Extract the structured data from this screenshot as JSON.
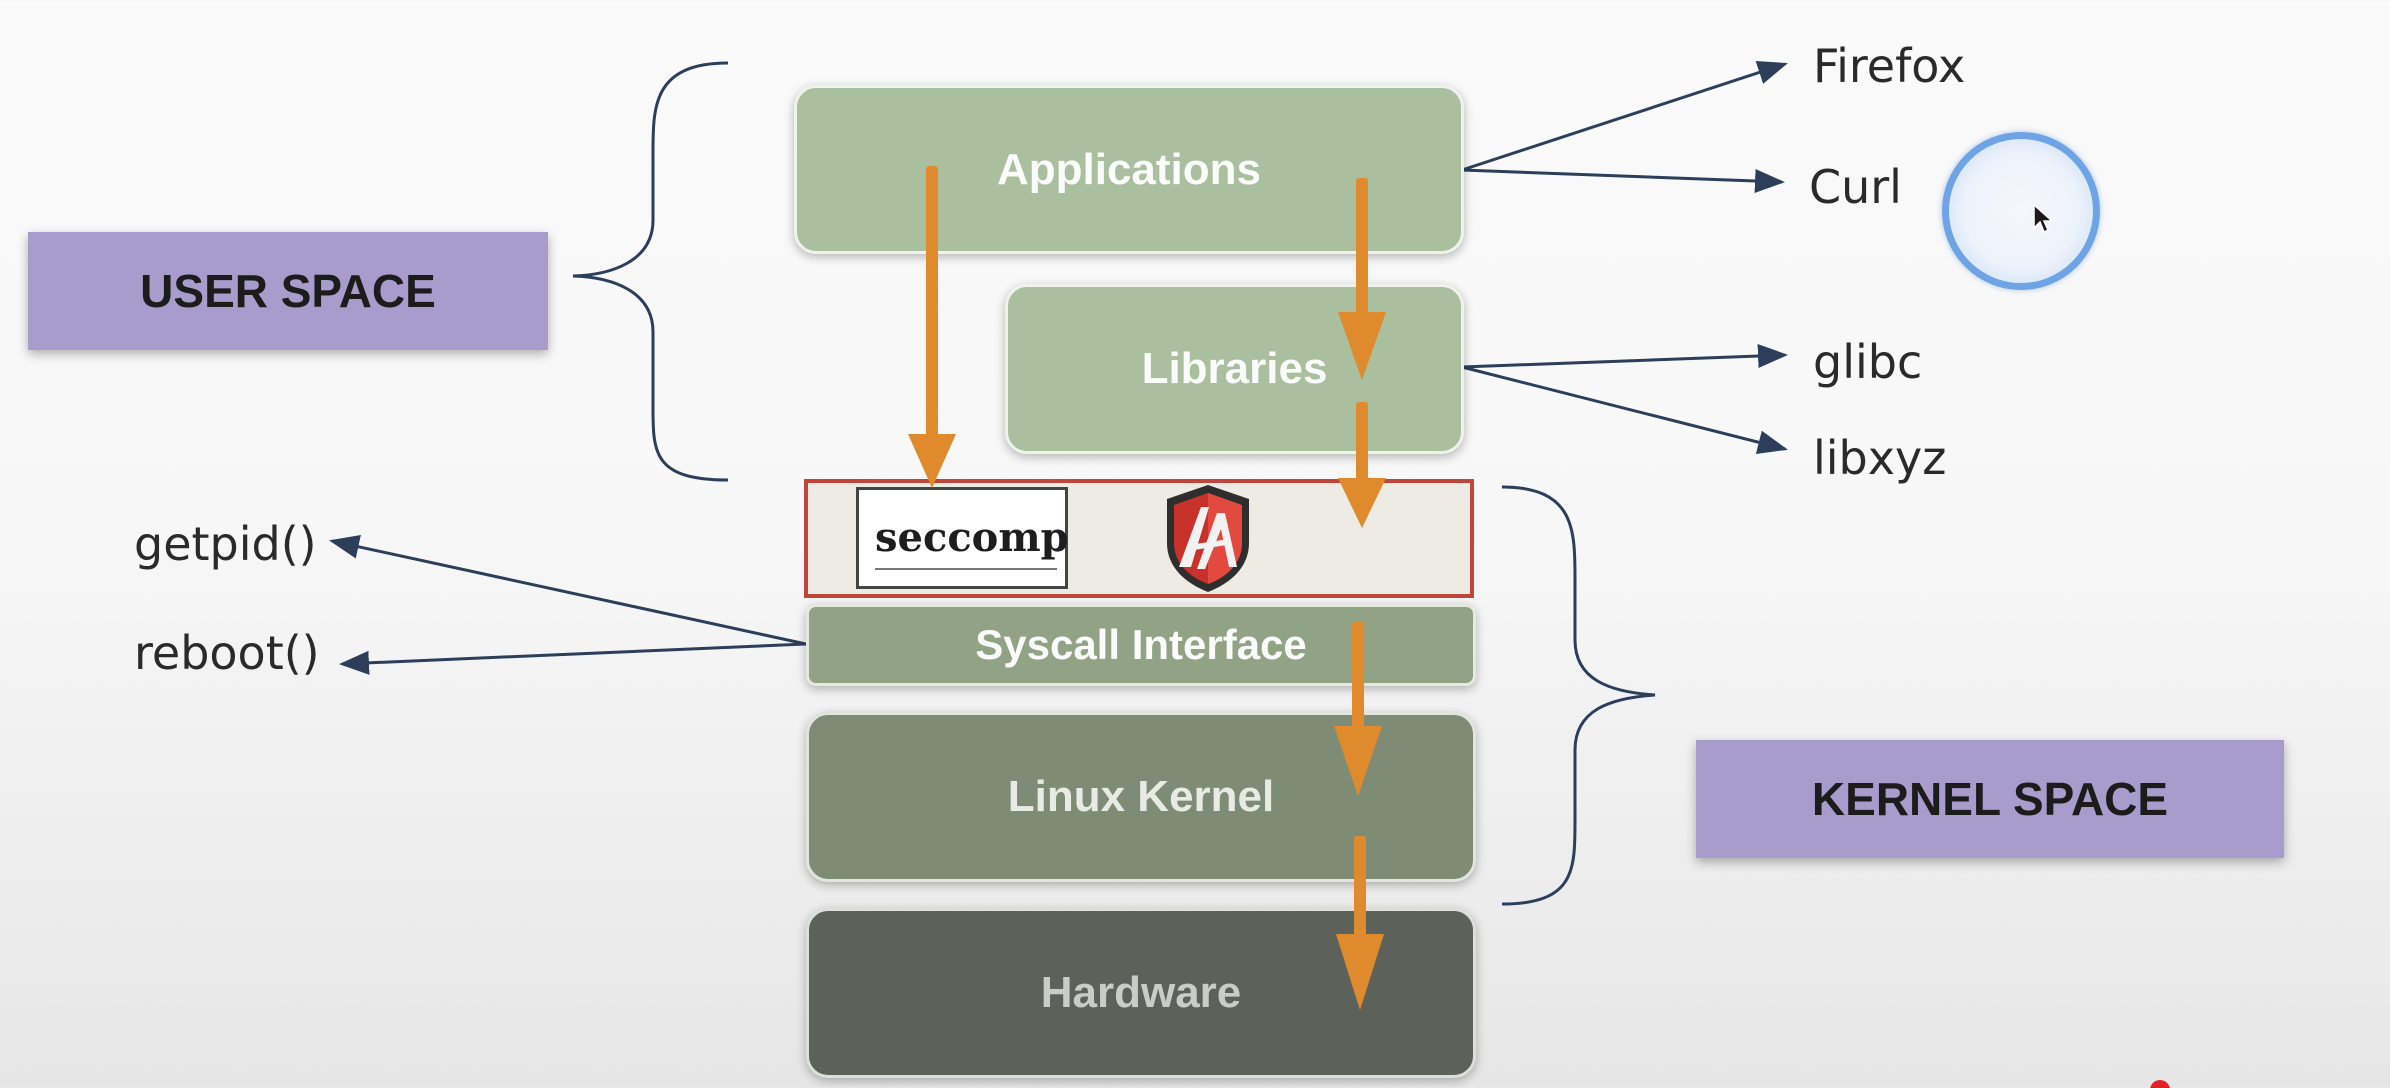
{
  "layers": {
    "applications": "Applications",
    "libraries": "Libraries",
    "syscall_interface": "Syscall Interface",
    "linux_kernel": "Linux Kernel",
    "hardware": "Hardware"
  },
  "filter_layer": {
    "seccomp_logo_text": "seccomp",
    "apparmor_icon": "apparmor-shield-icon"
  },
  "regions": {
    "user_space": "USER SPACE",
    "kernel_space": "KERNEL SPACE"
  },
  "application_examples": [
    "Firefox",
    "Curl"
  ],
  "library_examples": [
    "glibc",
    "libxyz"
  ],
  "syscall_examples": [
    "getpid()",
    "reboot()"
  ],
  "colors": {
    "flow_arrow": "#e08a2e",
    "pointer_line": "#2c3e5a",
    "filter_border": "#c0453a",
    "region_label": "#a79ccc"
  }
}
